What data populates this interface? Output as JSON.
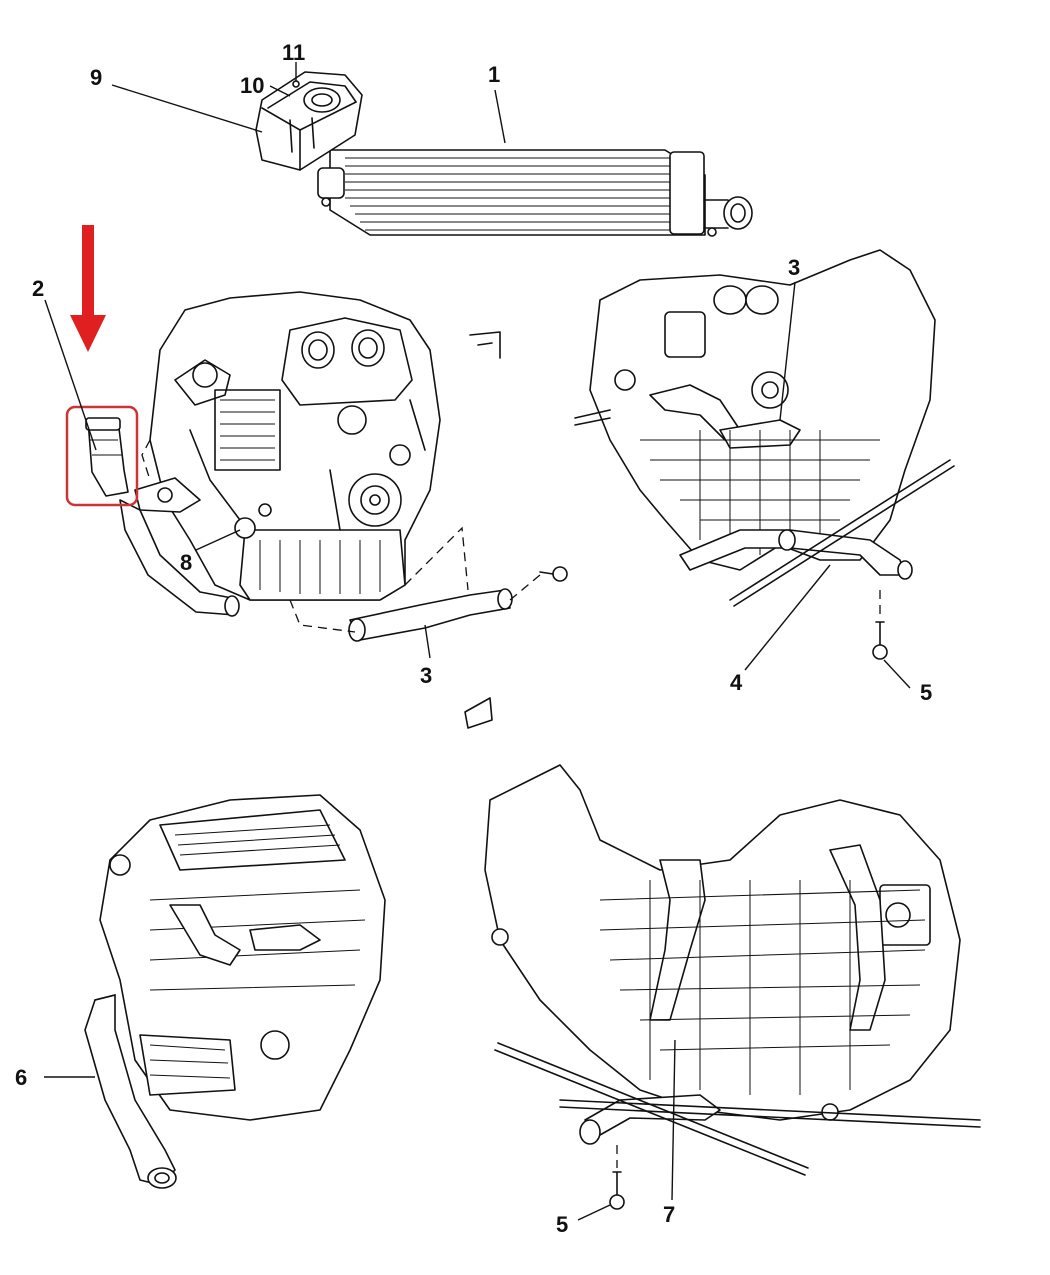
{
  "callouts": {
    "c1": "1",
    "c2": "2",
    "c3a": "3",
    "c3b": "3",
    "c4": "4",
    "c5a": "5",
    "c5b": "5",
    "c6": "6",
    "c7": "7",
    "c8": "8",
    "c9": "9",
    "c10": "10",
    "c11": "11"
  },
  "colors": {
    "highlight_box": "#cc3333",
    "highlight_arrow": "#e02020",
    "highlight_part": "#33dd22",
    "ink": "#111111"
  },
  "highlighted_part": "2"
}
